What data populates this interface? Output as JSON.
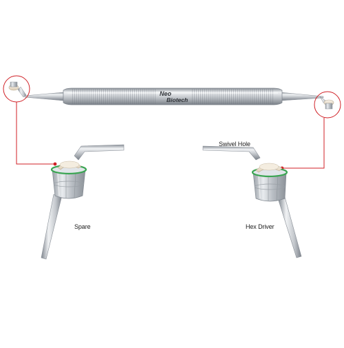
{
  "image": {
    "brand": {
      "line1": "Neo",
      "line2": "Biotech"
    },
    "labels": {
      "spare": "Spare",
      "hex_driver": "Hex Driver",
      "swivel_hole": "Swivel Hole"
    },
    "colors": {
      "background": "#ffffff",
      "steel_light": "#eef0f2",
      "steel_mid": "#b9bec4",
      "steel_dark": "#7d848c",
      "callout_red": "#d01f25",
      "ring_green": "#3aa552",
      "cap_cream": "#efe6d6"
    }
  }
}
